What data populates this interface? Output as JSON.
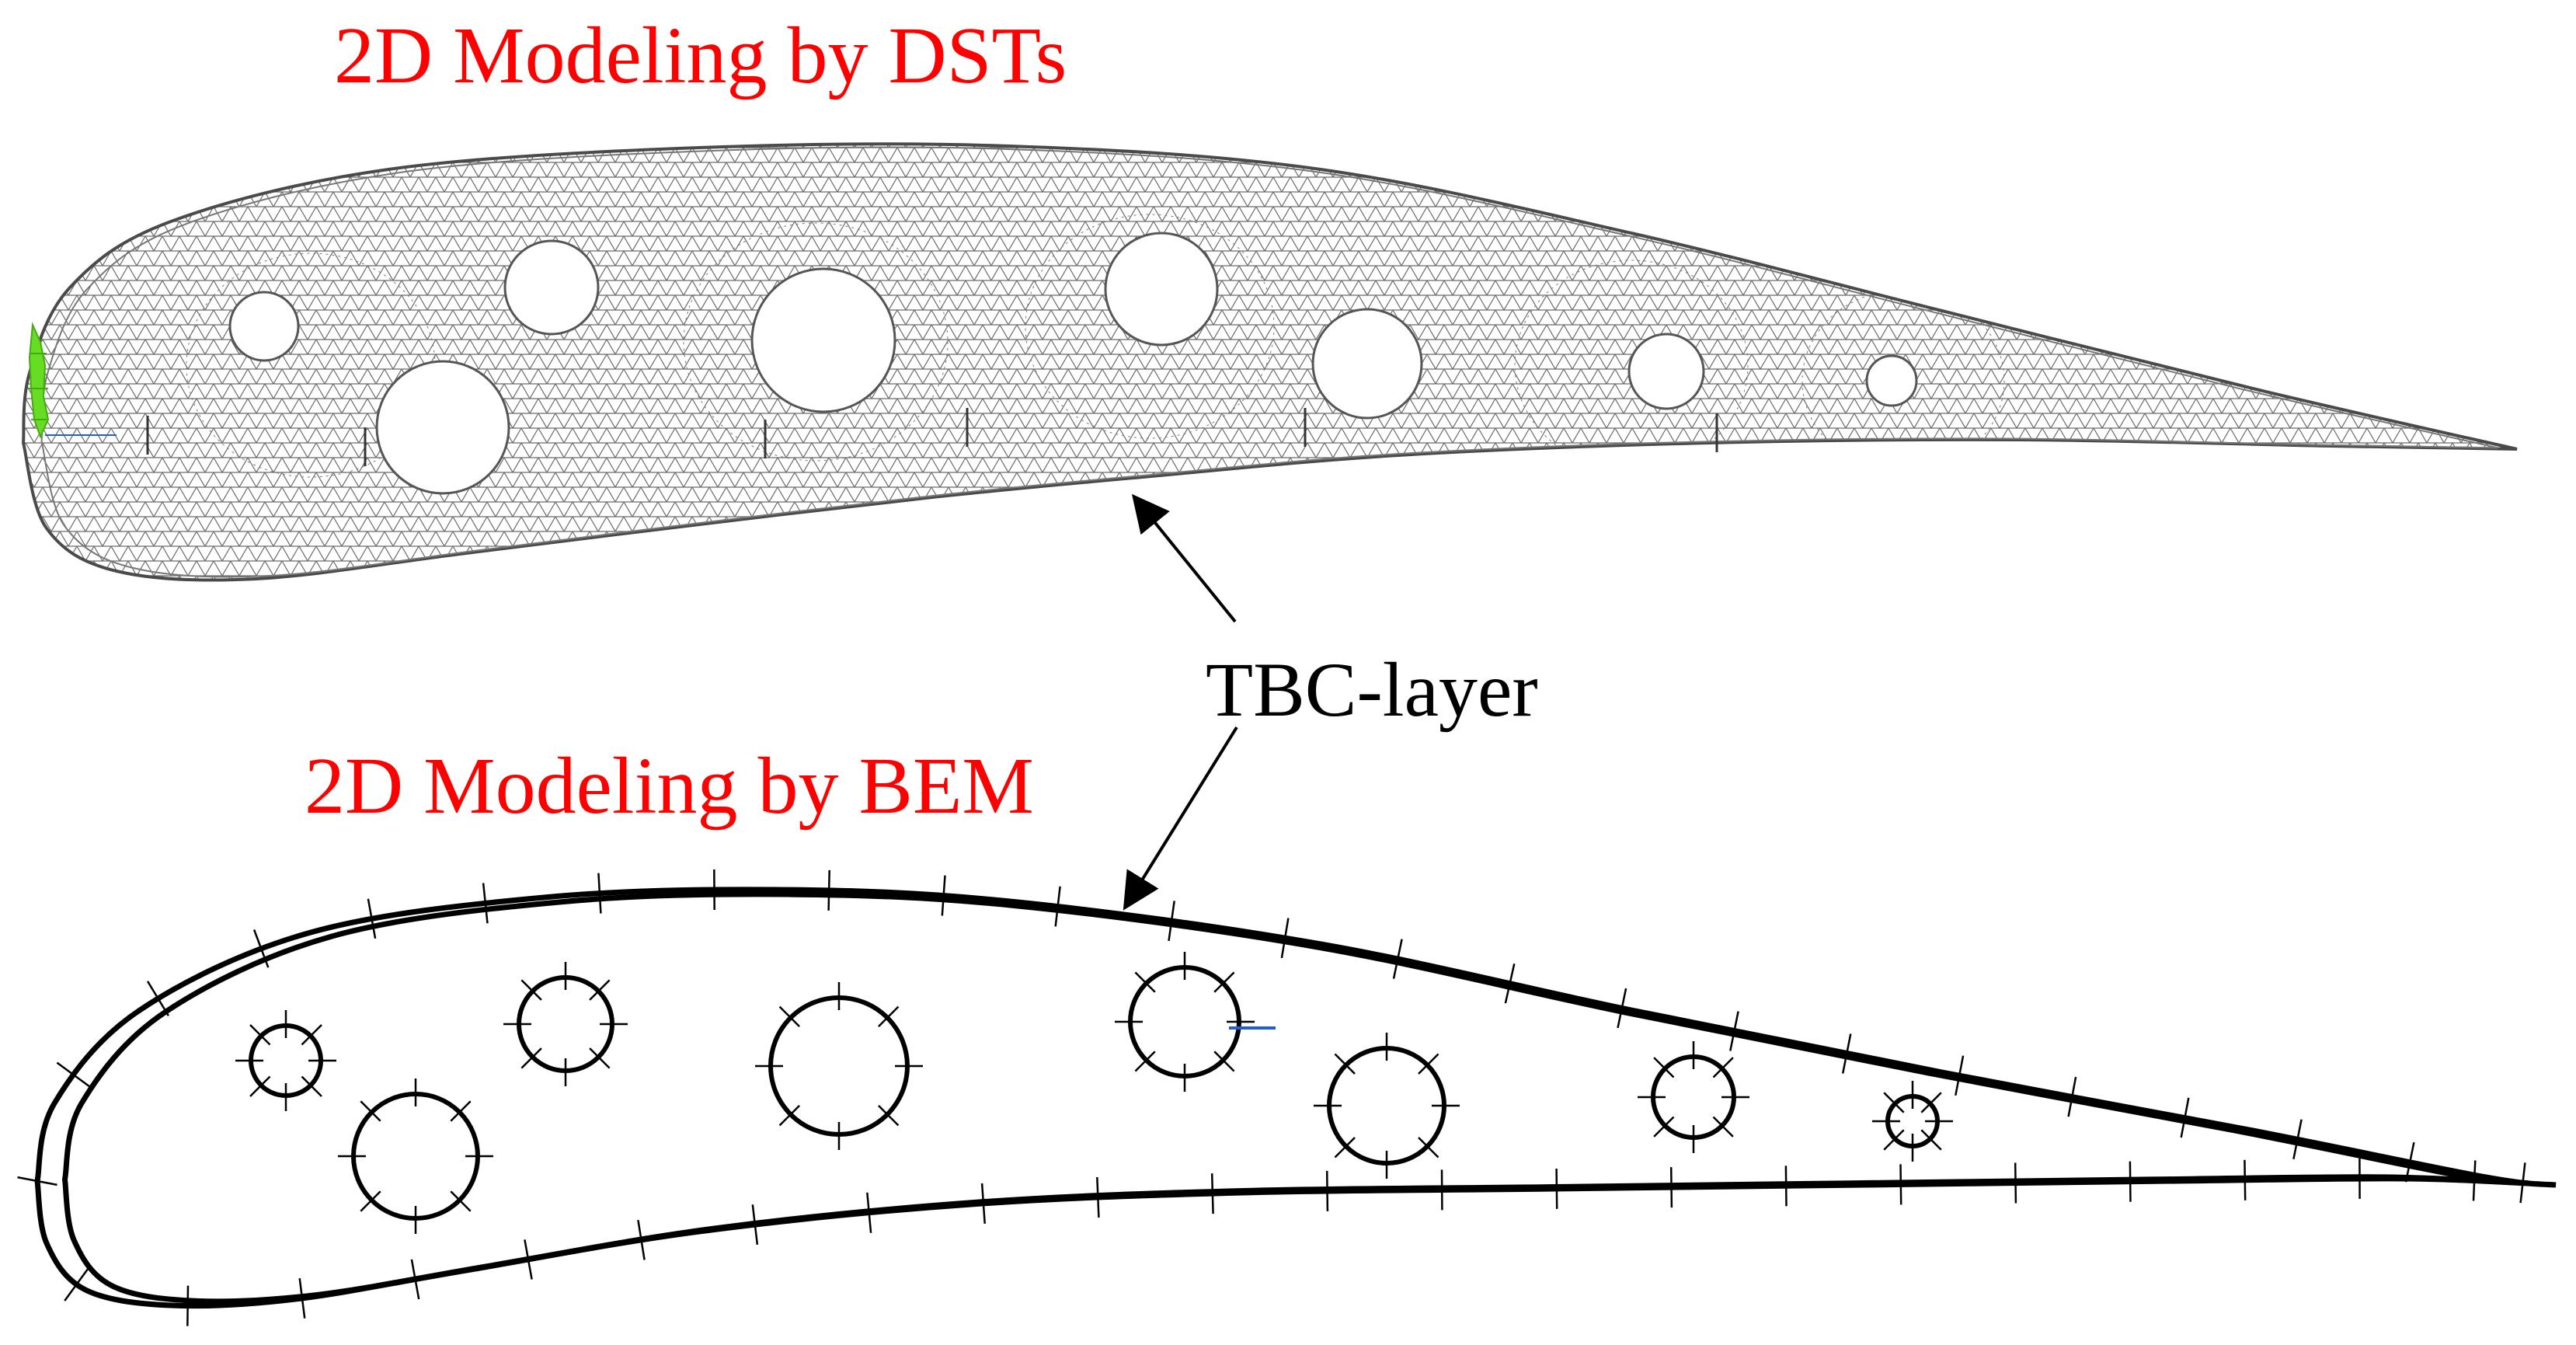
{
  "titles": {
    "dst": "2D Modeling by DSTs",
    "bem": "2D Modeling by BEM"
  },
  "callout": {
    "label": "TBC-layer"
  },
  "colors": {
    "title": "#ff0000",
    "mesh": "#6b6b6b",
    "outline": "#000000",
    "support": "#66dd22",
    "blue_tick": "#1f5fd6"
  },
  "icons": {
    "support_marker": "green-support-marker-icon"
  }
}
